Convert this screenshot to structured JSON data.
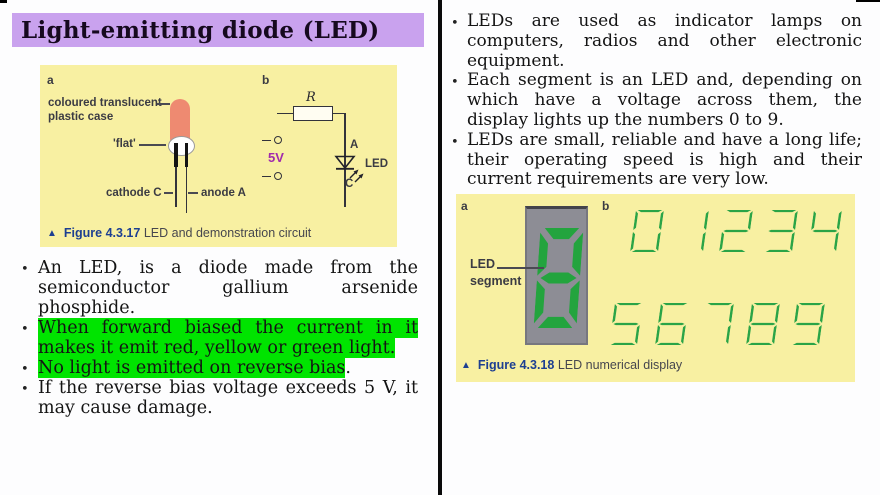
{
  "title": "Light-emitting diode (LED)",
  "bullet_marker": "•",
  "left_panel": {
    "figure": {
      "label_a": "a",
      "label_b": "b",
      "case_label_line1": "coloured translucent",
      "case_label_line2": "plastic case",
      "flat_label": "'flat'",
      "cathode_label": "cathode C",
      "anode_label": "anode A",
      "resistor_label": "R",
      "voltage_label": "5V",
      "anode_terminal": "A",
      "cathode_terminal": "C",
      "led_label": "LED",
      "caption_marker": "▲",
      "caption_title": "Figure 4.3.17",
      "caption_text": "LED and demonstration circuit"
    },
    "bullets": [
      {
        "text": "An LED, is a diode made from the semiconductor gallium arsenide phosphide."
      },
      {
        "highlighted_text": "When forward biased the current in it makes it emit red, yellow or green light."
      },
      {
        "highlighted_text": "No light is emitted on reverse bias",
        "suffix": "."
      },
      {
        "text": "If the reverse bias voltage exceeds 5 V, it may cause damage."
      }
    ]
  },
  "right_panel": {
    "bullets": [
      {
        "text": "LEDs are used as indicator lamps on computers, radios and other electronic equipment."
      },
      {
        "text": "Each segment is an LED and, depending on which have a voltage across them, the display lights up the numbers 0 to 9."
      },
      {
        "text": "LEDs are small, reliable and have a long life; their operating speed is high and their current requirements are very low."
      }
    ],
    "figure": {
      "label_a": "a",
      "label_b": "b",
      "segment_label_line1": "LED",
      "segment_label_line2": "segment",
      "display_digit": "8",
      "digits_row1": "01234",
      "digits_row2": "56789",
      "caption_marker": "▲",
      "caption_title": "Figure 4.3.18",
      "caption_text": "LED numerical display"
    }
  },
  "colors": {
    "title_bg": "#c9a2ee",
    "figure_bg": "#f8f0a2",
    "highlight_green": "#00e400",
    "segment_green": "#2aa447",
    "display_digit_green": "#23a43e",
    "display_gray": "#8d8d95",
    "led_body_salmon": "#ee8a71",
    "caption_navy": "#1d3f91",
    "voltage_purple": "#a22bad"
  }
}
